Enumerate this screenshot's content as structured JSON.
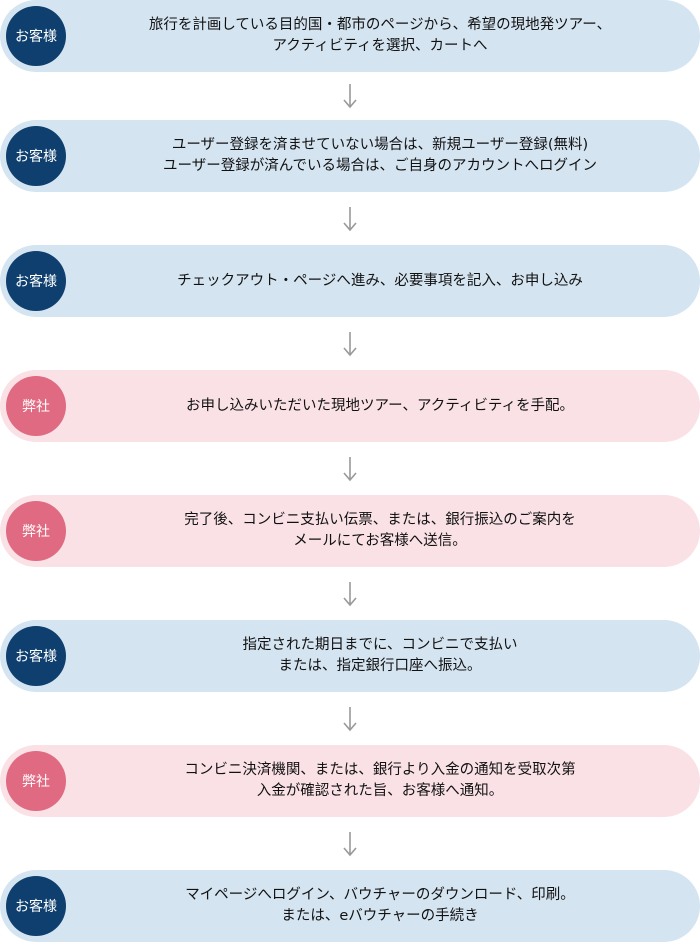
{
  "colors": {
    "customer_badge": "#0e3f6e",
    "customer_bg": "#d5e4f1",
    "company_badge": "#e06a82",
    "company_bg": "#f9e1e6",
    "arrow": "#999999"
  },
  "steps": [
    {
      "actor": "お客様",
      "type": "cust",
      "text": "旅行を計画している目的国・都市のページから、希望の現地発ツアー、\nアクティビティを選択、カートへ"
    },
    {
      "actor": "お客様",
      "type": "cust",
      "text": "ユーザー登録を済ませていない場合は、新規ユーザー登録(無料)\nユーザー登録が済んでいる場合は、ご自身のアカウントへログイン"
    },
    {
      "actor": "お客様",
      "type": "cust",
      "text": "チェックアウト・ページへ進み、必要事項を記入、お申し込み"
    },
    {
      "actor": "弊社",
      "type": "comp",
      "text": "お申し込みいただいた現地ツアー、アクティビティを手配。"
    },
    {
      "actor": "弊社",
      "type": "comp",
      "text": "完了後、コンビニ支払い伝票、または、銀行振込のご案内を\nメールにてお客様へ送信。"
    },
    {
      "actor": "お客様",
      "type": "cust",
      "text": "指定された期日までに、コンビニで支払い\nまたは、指定銀行口座へ振込。"
    },
    {
      "actor": "弊社",
      "type": "comp",
      "text": "コンビニ決済機関、または、銀行より入金の通知を受取次第\n入金が確認された旨、お客様へ通知。"
    },
    {
      "actor": "お客様",
      "type": "cust",
      "text": "マイページへログイン、バウチャーのダウンロード、印刷。\nまたは、eバウチャーの手続き"
    }
  ]
}
